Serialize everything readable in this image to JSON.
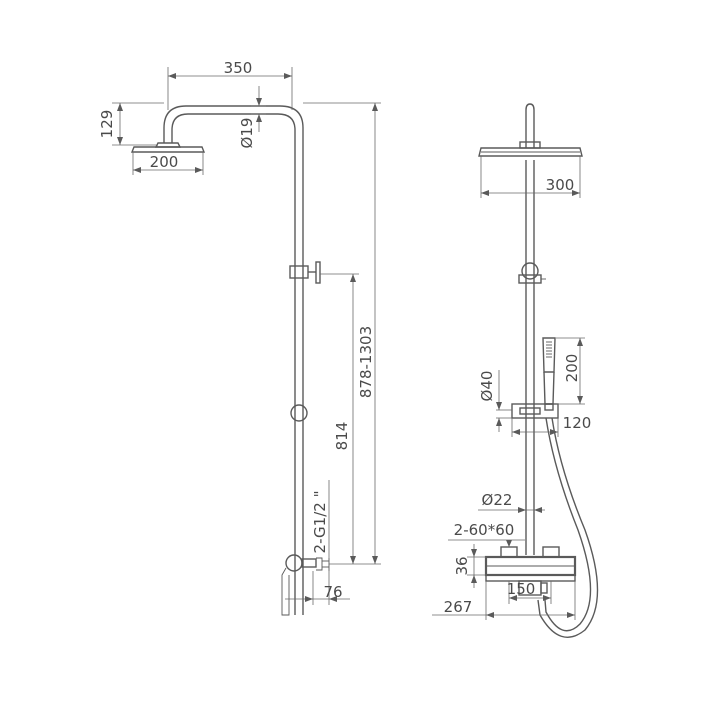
{
  "side_view": {
    "d_350": "350",
    "d_129": "129",
    "d_019": "Ø19",
    "d_200": "200",
    "d_878_1303": "878-1303",
    "d_814": "814",
    "d_g12": "2-G1/2 \"",
    "d_76": "76"
  },
  "front_view": {
    "d_300": "300",
    "d_200": "200",
    "d_040": "Ø40",
    "d_120": "120",
    "d_022": "Ø22",
    "d_60x60": "2-60*60",
    "d_36": "36",
    "d_150": "150",
    "d_267": "267"
  },
  "colors": {
    "line": "#5a5a5a",
    "text": "#4a4a4a",
    "background": "#ffffff"
  }
}
